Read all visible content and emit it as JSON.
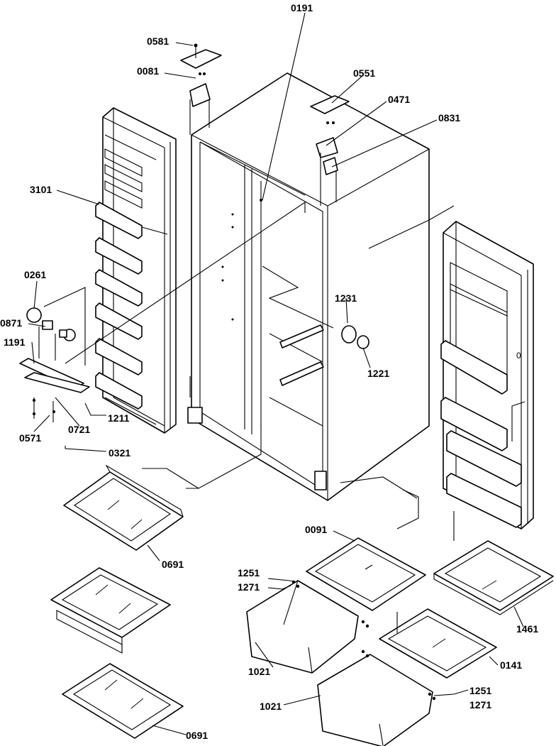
{
  "labels": {
    "p0191": "0191",
    "p0581": "0581",
    "p0081": "0081",
    "p0551": "0551",
    "p0471": "0471",
    "p0831": "0831",
    "p3101": "3101",
    "p0261": "0261",
    "p0871": "0871",
    "p1191": "1191",
    "p1211": "1211",
    "p0721": "0721",
    "p0571": "0571",
    "p0321": "0321",
    "p1231": "1231",
    "p1221": "1221",
    "p0691a": "0691",
    "p0691b": "0691",
    "p0091": "0091",
    "p1251a": "1251",
    "p1271a": "1271",
    "p1461": "1461",
    "p0141": "0141",
    "p1021a": "1021",
    "p1021b": "1021",
    "p1251b": "1251",
    "p1271b": "1271"
  }
}
